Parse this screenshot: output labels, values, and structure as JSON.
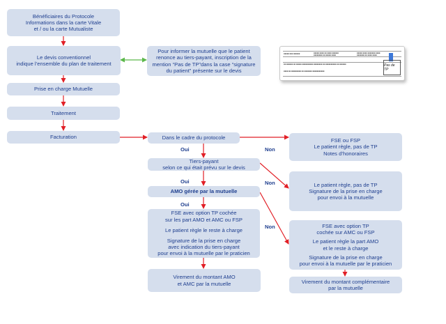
{
  "boxes": {
    "beneficiaires": [
      "Bénéficiaires du Protocole",
      "Informations dans la carte Vitale",
      "et / ou la carte Mutualiste"
    ],
    "devis": [
      "Le devis conventionnel",
      "indique l’ensemble du plan de traitement"
    ],
    "informer": [
      "Pour informer la mutuelle que le patient",
      "renonce au tiers-payant, inscription de la",
      "mention “Pas de TP”dans la case “signature",
      "du patient” présente sur le devis"
    ],
    "prise_en_charge": "Prise en charge Mutuelle",
    "traitement": "Traitement",
    "facturation": "Facturation",
    "cadre_protocole": "Dans le cadre du protocole",
    "fse_fsp": [
      "FSE ou FSP",
      "Le patient règle, pas de TP",
      "Notes d’honoraires"
    ],
    "tiers_payant": [
      "Tiers-payant",
      "selon ce qui était prévu sur le devis"
    ],
    "patient_regle_tp": [
      "Le patient règle, pas de TP",
      "Signature de la prise en charge",
      "pour envoi à la mutuelle"
    ],
    "amo_geree": "AMO gérée par la mutuelle",
    "fse_option": {
      "title": [
        "FSE avec option TP cochée",
        "sur les part AMO et AMC ou FSP"
      ],
      "line2": "Le patient règle le reste à charge",
      "line3": [
        "Signature de la prise en charge",
        "avec indication du tiers-payant",
        "pour envoi à la mutuelle par le praticien"
      ]
    },
    "fse_amc": {
      "title": [
        "FSE avec option TP",
        "cochée sur AMC ou FSP"
      ],
      "line2": [
        "Le patient règle la part AMO",
        "et le reste à charge"
      ],
      "line3": [
        "Signature de la prise en charge",
        "pour envoi à la mutuelle par le praticien"
      ]
    },
    "virement_amo_amc": [
      "Virement du montant AMO",
      "et AMC par la mutuelle"
    ],
    "virement_complementaire": [
      "Virement du montant complémentaire",
      "par la mutuelle"
    ]
  },
  "labels": {
    "oui": "Oui",
    "non": "Non"
  },
  "document": {
    "signature_text": "Pas de TP"
  },
  "colors": {
    "box_fill": "#d5deed",
    "text": "#1f3f8f",
    "arrow_red": "#e11f26",
    "arrow_green": "#5cb84a"
  }
}
